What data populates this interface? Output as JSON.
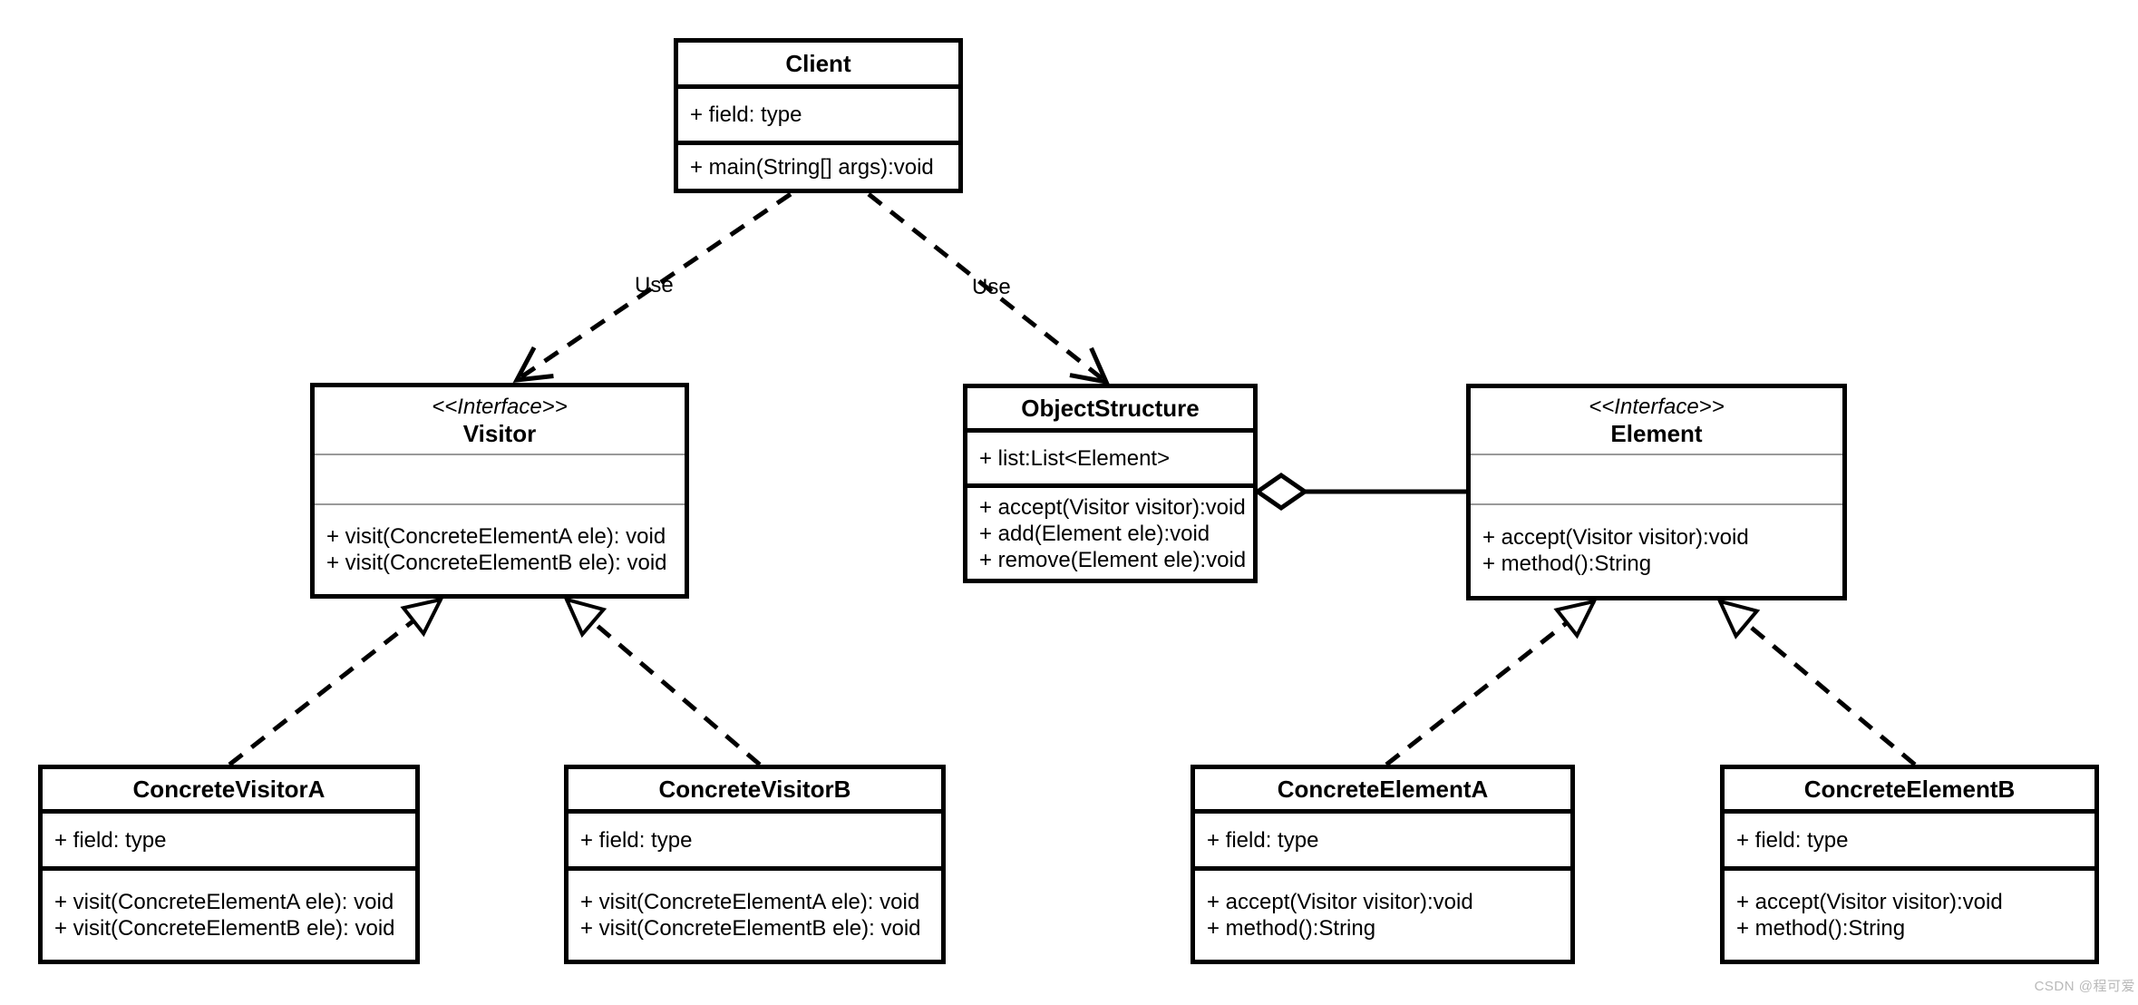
{
  "diagram": {
    "kind": "uml-class-diagram",
    "pattern": "Visitor"
  },
  "colors": {
    "background": "#ffffff",
    "box_border": "#000000",
    "box_fill": "#ffffff",
    "line": "#000000",
    "thin_divider": "#9a9a9a",
    "watermark": "#b9b9b9"
  },
  "classes": [
    {
      "id": "client",
      "name": "Client",
      "stereotype": "",
      "fields": [
        "+ field: type"
      ],
      "methods": [
        "+ main(String[] args):void"
      ]
    },
    {
      "id": "visitor",
      "name": "Visitor",
      "stereotype": "<<Interface>>",
      "fields": [],
      "methods": [
        "+ visit(ConcreteElementA ele): void",
        "+ visit(ConcreteElementB ele): void"
      ]
    },
    {
      "id": "object-structure",
      "name": "ObjectStructure",
      "stereotype": "",
      "fields": [
        "+ list:List<Element>"
      ],
      "methods": [
        "+ accept(Visitor visitor):void",
        "+ add(Element ele):void",
        "+ remove(Element ele):void"
      ]
    },
    {
      "id": "element",
      "name": "Element",
      "stereotype": "<<Interface>>",
      "fields": [],
      "methods": [
        "+ accept(Visitor visitor):void",
        "+ method():String"
      ]
    },
    {
      "id": "concrete-visitor-a",
      "name": "ConcreteVisitorA",
      "stereotype": "",
      "fields": [
        "+ field: type"
      ],
      "methods": [
        "+ visit(ConcreteElementA ele): void",
        "+ visit(ConcreteElementB ele): void"
      ]
    },
    {
      "id": "concrete-visitor-b",
      "name": "ConcreteVisitorB",
      "stereotype": "",
      "fields": [
        "+ field: type"
      ],
      "methods": [
        "+ visit(ConcreteElementA ele): void",
        "+ visit(ConcreteElementB ele): void"
      ]
    },
    {
      "id": "concrete-element-a",
      "name": "ConcreteElementA",
      "stereotype": "",
      "fields": [
        "+ field: type"
      ],
      "methods": [
        "+ accept(Visitor visitor):void",
        "+ method():String"
      ]
    },
    {
      "id": "concrete-element-b",
      "name": "ConcreteElementB",
      "stereotype": "",
      "fields": [
        "+ field: type"
      ],
      "methods": [
        "+ accept(Visitor visitor):void",
        "+ method():String"
      ]
    }
  ],
  "relationships": [
    {
      "from": "Client",
      "to": "Visitor",
      "type": "dependency-dashed-open-arrow",
      "label": "Use"
    },
    {
      "from": "Client",
      "to": "ObjectStructure",
      "type": "dependency-dashed-open-arrow",
      "label": "Use"
    },
    {
      "from": "ConcreteVisitorA",
      "to": "Visitor",
      "type": "realization-dashed-hollow-triangle",
      "label": ""
    },
    {
      "from": "ConcreteVisitorB",
      "to": "Visitor",
      "type": "realization-dashed-hollow-triangle",
      "label": ""
    },
    {
      "from": "ObjectStructure",
      "to": "Element",
      "type": "aggregation-hollow-diamond",
      "label": ""
    },
    {
      "from": "ConcreteElementA",
      "to": "Element",
      "type": "realization-dashed-hollow-triangle",
      "label": ""
    },
    {
      "from": "ConcreteElementB",
      "to": "Element",
      "type": "realization-dashed-hollow-triangle",
      "label": ""
    }
  ],
  "watermark": {
    "text": "CSDN @程可爱"
  }
}
